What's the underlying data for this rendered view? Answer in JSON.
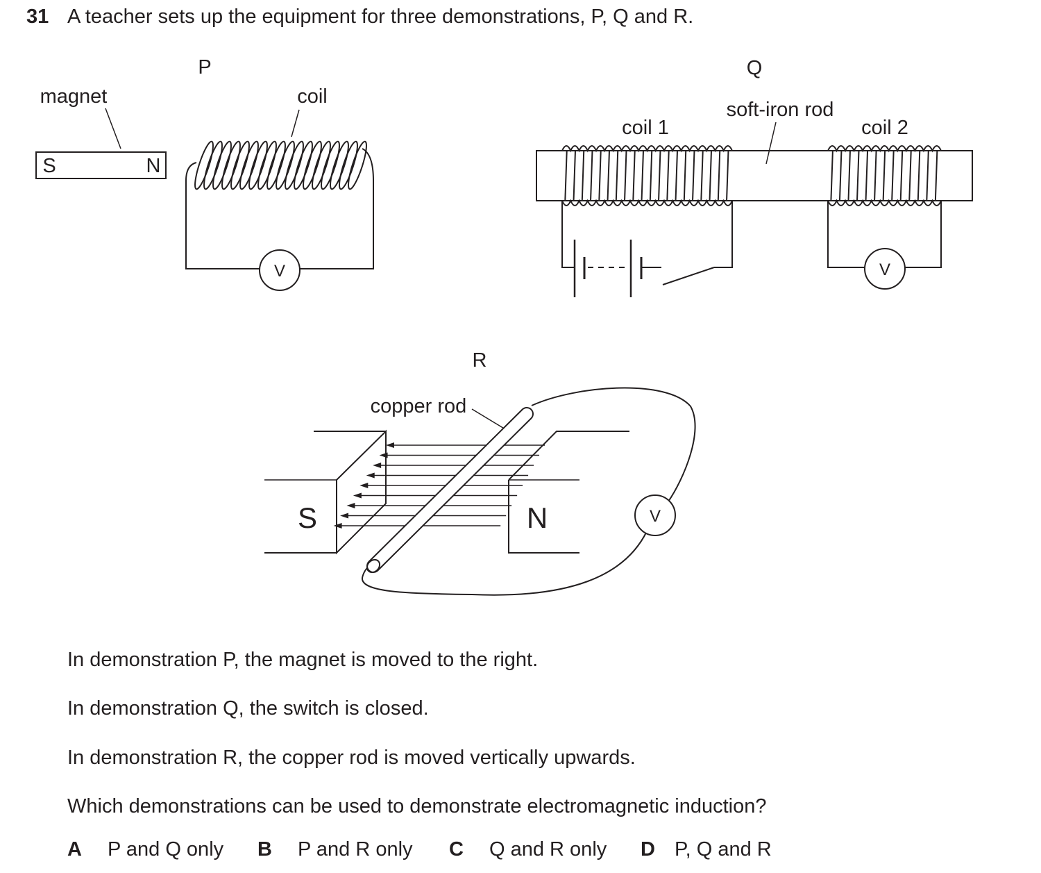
{
  "question": {
    "number": "31",
    "stem": "A teacher sets up the equipment for three demonstrations, P, Q and R."
  },
  "diagram": {
    "P": {
      "title": "P",
      "magnet_label": "magnet",
      "coil_label": "coil",
      "pole_s": "S",
      "pole_n": "N",
      "meter": "V"
    },
    "Q": {
      "title": "Q",
      "rod_label": "soft-iron rod",
      "coil1_label": "coil 1",
      "coil2_label": "coil 2",
      "meter": "V"
    },
    "R": {
      "title": "R",
      "rod_label": "copper rod",
      "pole_s": "S",
      "pole_n": "N",
      "meter": "V"
    }
  },
  "statements": [
    "In demonstration P, the magnet is moved to the right.",
    "In demonstration Q, the switch is closed.",
    "In demonstration R, the copper rod is moved vertically upwards."
  ],
  "prompt": "Which demonstrations can be used to demonstrate electromagnetic induction?",
  "options": [
    {
      "letter": "A",
      "text": "P and Q only"
    },
    {
      "letter": "B",
      "text": "P and R only"
    },
    {
      "letter": "C",
      "text": "Q and R only"
    },
    {
      "letter": "D",
      "text": "P, Q and R"
    }
  ]
}
